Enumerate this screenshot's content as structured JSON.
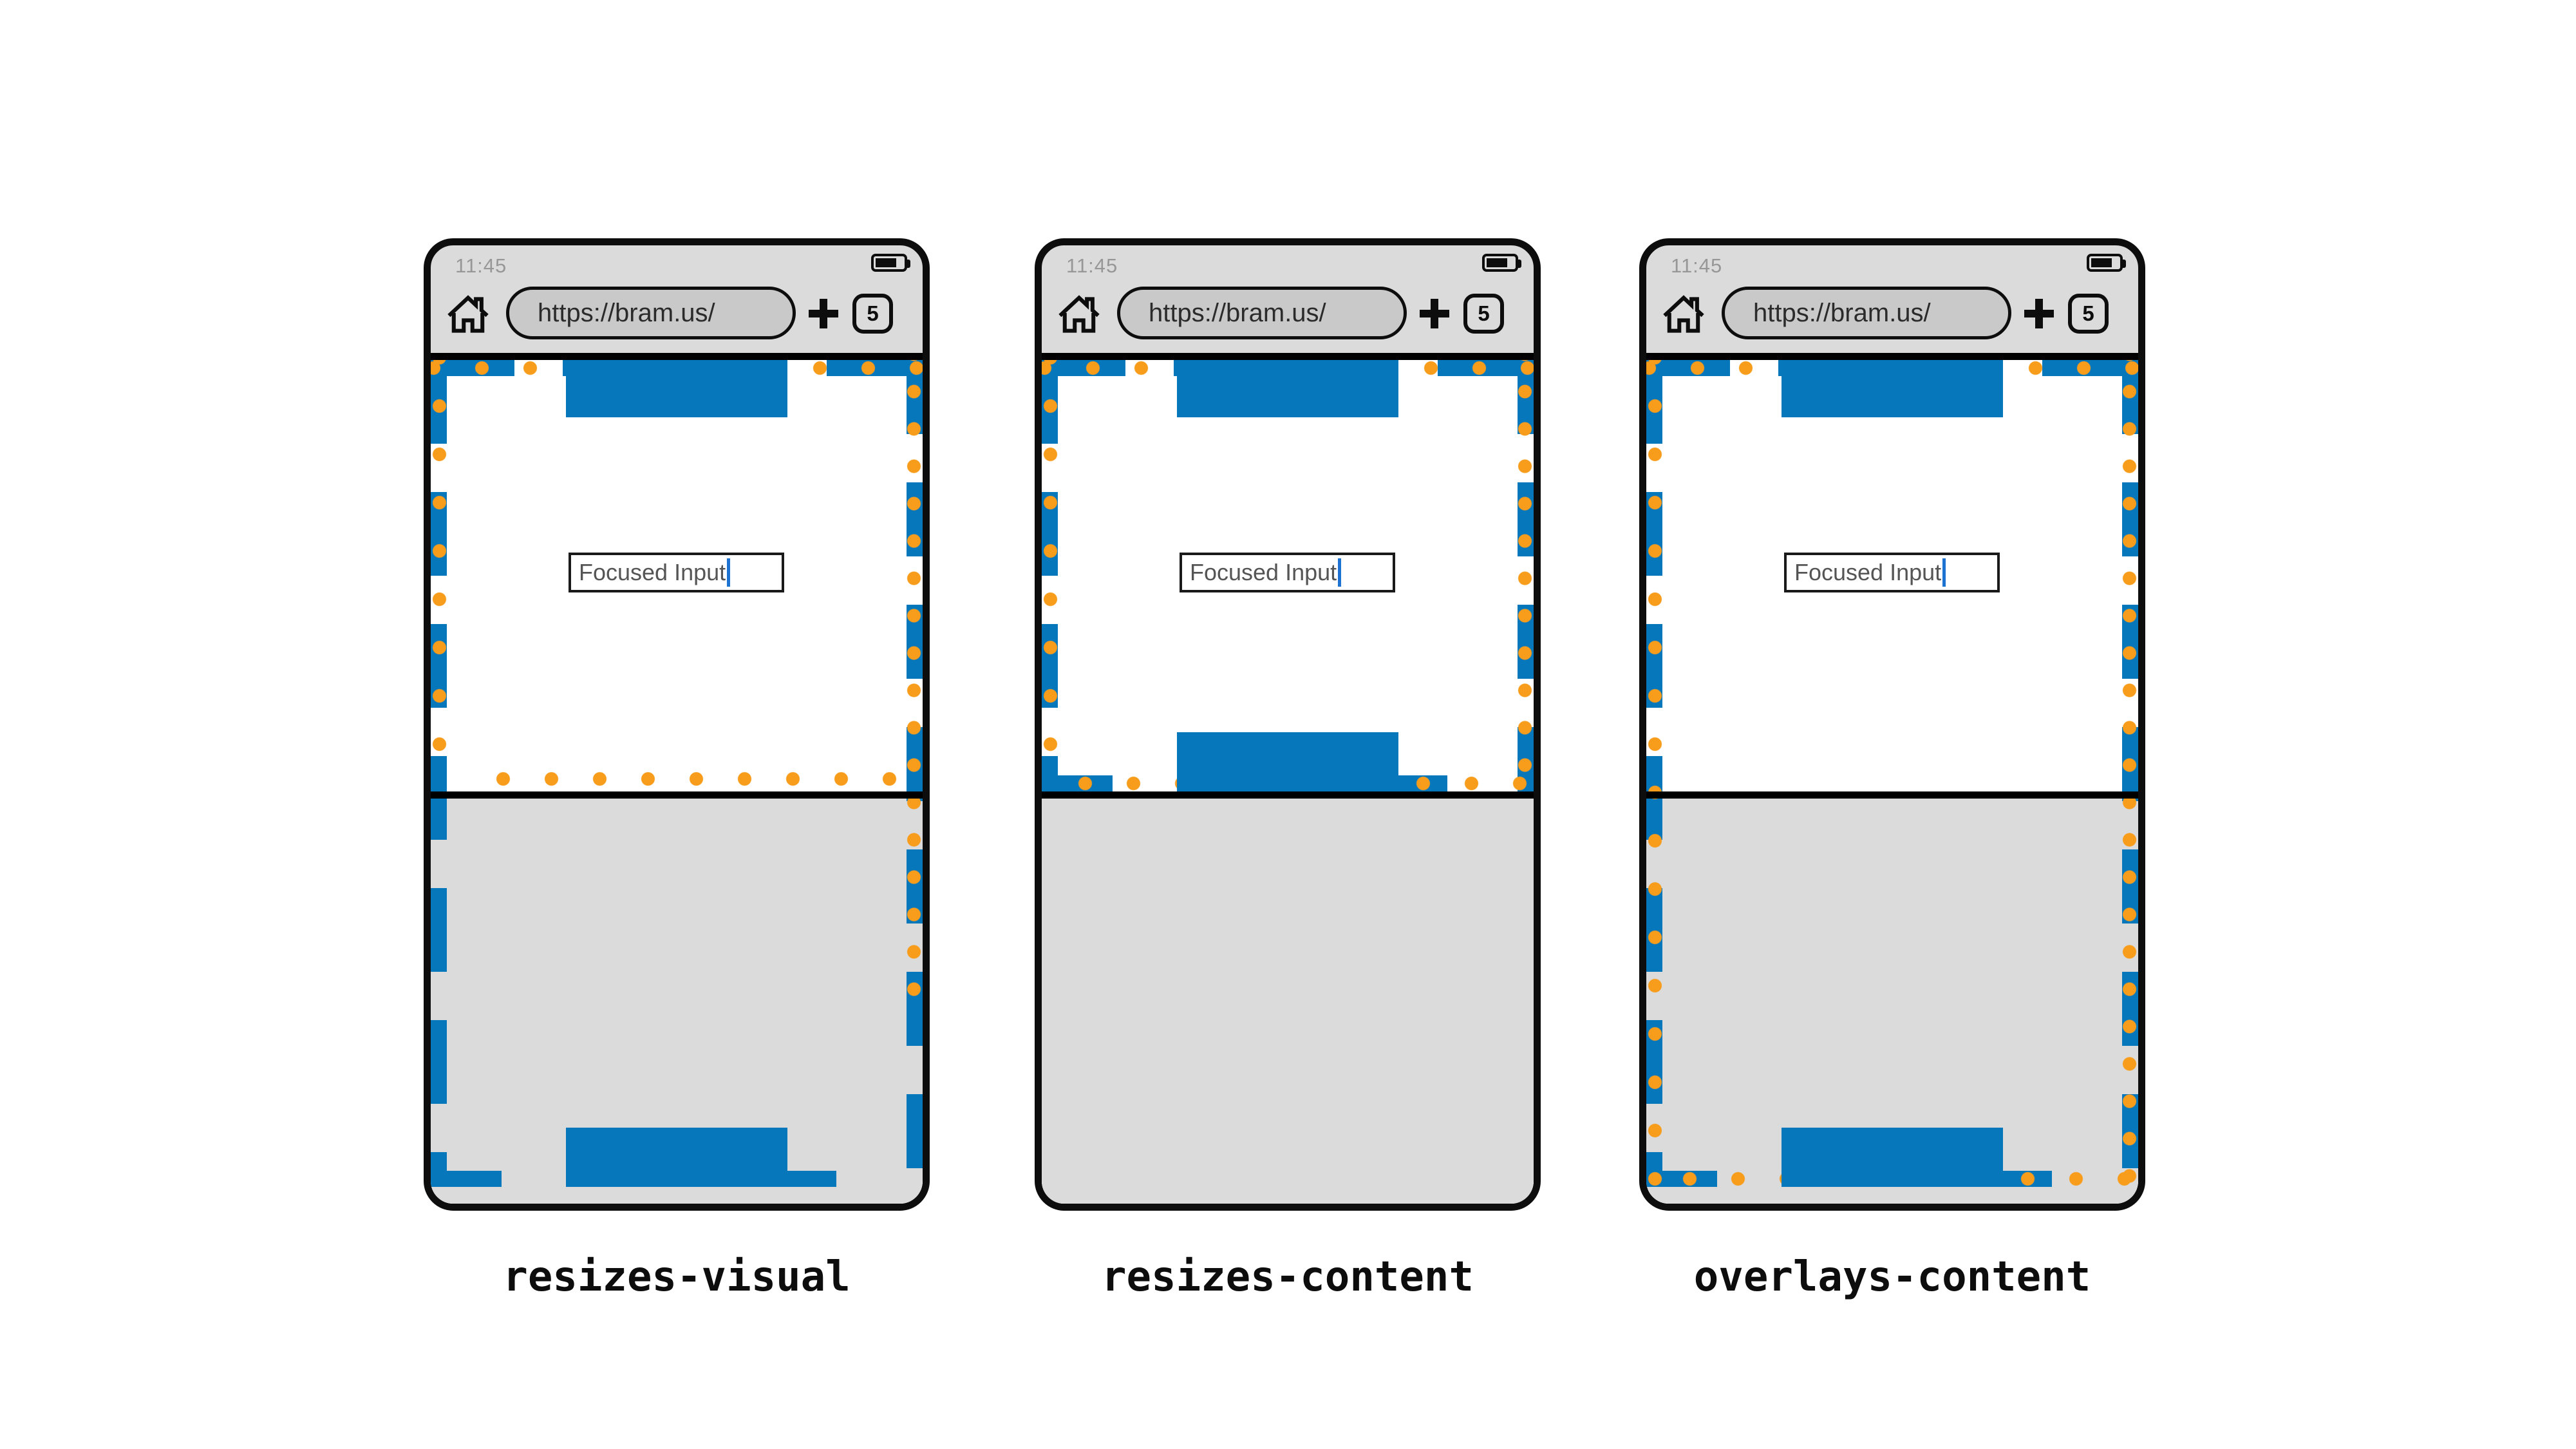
{
  "colors": {
    "viewport_blue": "#0777bc",
    "viewport_orange": "#f89c1c",
    "caret_blue": "#1e73d2",
    "chrome_gray": "#dbdbdb",
    "url_pill_gray": "#c9c9c9",
    "page_white": "#ffffff",
    "frame_black": "#0d0d0d"
  },
  "phones": [
    {
      "mode": "resizes-visual",
      "label": "resizes-visual",
      "status_time": "11:45",
      "url": "https://bram.us/",
      "new_tab_label": "+",
      "tab_count": "5",
      "input_value": "Focused Input"
    },
    {
      "mode": "resizes-content",
      "label": "resizes-content",
      "status_time": "11:45",
      "url": "https://bram.us/",
      "new_tab_label": "+",
      "tab_count": "5",
      "input_value": "Focused Input"
    },
    {
      "mode": "overlays-content",
      "label": "overlays-content",
      "status_time": "11:45",
      "url": "https://bram.us/",
      "new_tab_label": "+",
      "tab_count": "5",
      "input_value": "Focused Input"
    }
  ]
}
